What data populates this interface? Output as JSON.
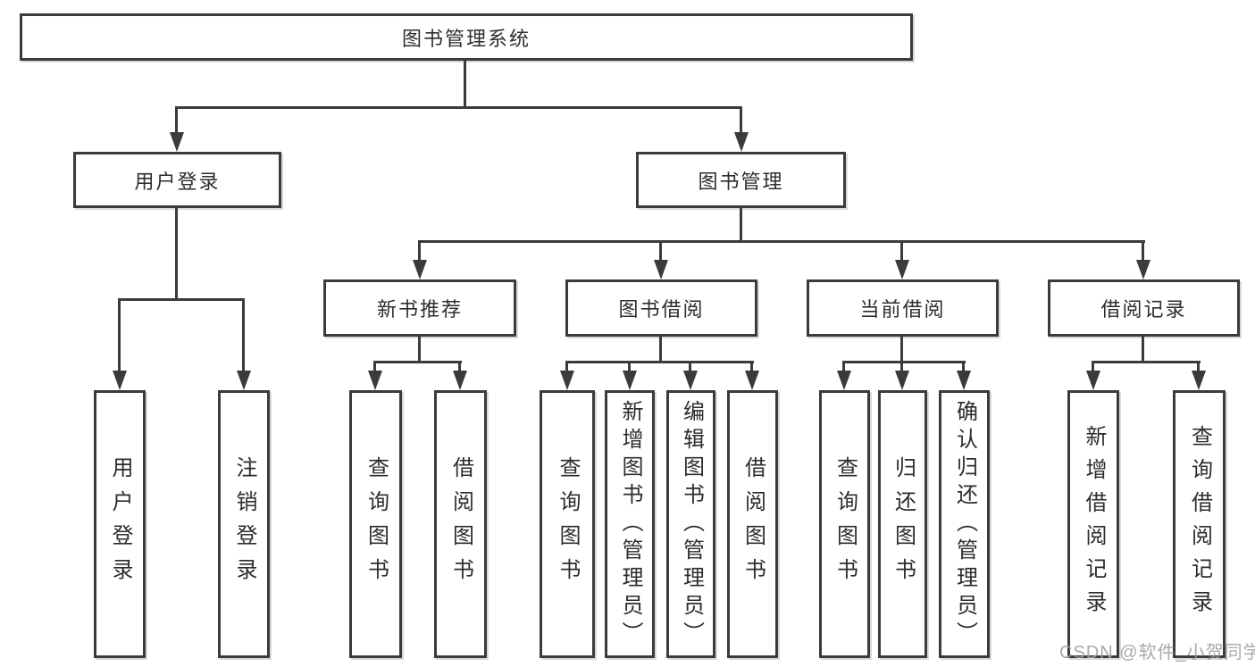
{
  "diagram": {
    "root": {
      "label": "图书管理系统"
    },
    "branches": {
      "user_login": {
        "label": "用户登录",
        "children": [
          {
            "label": "用户登录"
          },
          {
            "label": "注销登录"
          }
        ]
      },
      "book_management": {
        "label": "图书管理",
        "children": {
          "new_book_recommend": {
            "label": "新书推荐",
            "children": [
              {
                "label": "查询图书"
              },
              {
                "label": "借阅图书"
              }
            ]
          },
          "book_borrow": {
            "label": "图书借阅",
            "children": [
              {
                "label": "查询图书"
              },
              {
                "label": "新增图书（管理员）"
              },
              {
                "label": "编辑图书（管理员）"
              },
              {
                "label": "借阅图书"
              }
            ]
          },
          "current_borrow": {
            "label": "当前借阅",
            "children": [
              {
                "label": "查询图书"
              },
              {
                "label": "归还图书"
              },
              {
                "label": "确认归还（管理员）"
              }
            ]
          },
          "borrow_record": {
            "label": "借阅记录",
            "children": [
              {
                "label": "新增借阅记录"
              },
              {
                "label": "查询借阅记录"
              }
            ]
          }
        }
      }
    },
    "watermark": "CSDN @软件_小贺同学",
    "colors": {
      "line": "#3b3b3b",
      "box_border": "#3b3b3b",
      "text": "#2d2d2d",
      "background": "#ffffff",
      "watermark": "#a2a2a2"
    }
  }
}
